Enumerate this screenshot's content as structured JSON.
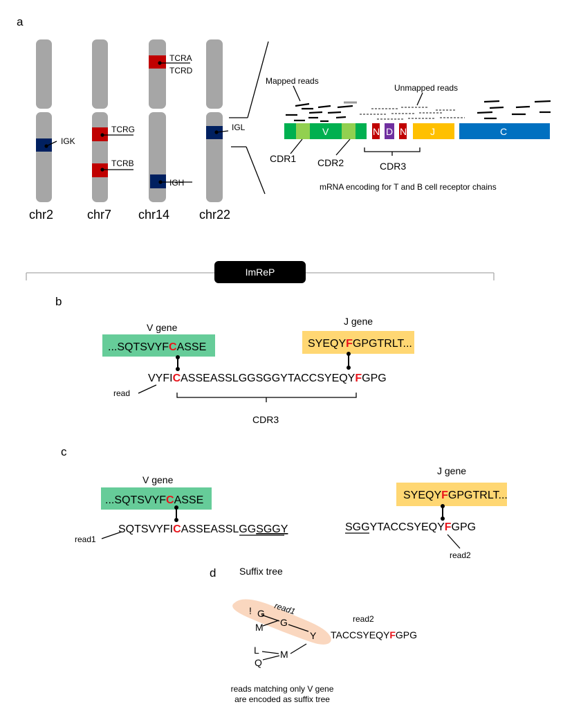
{
  "panels": {
    "a": "a",
    "b": "b",
    "c": "c",
    "d": "d"
  },
  "colors": {
    "chromosome": "#a6a6a6",
    "t_cell_locus": "#c00000",
    "b_cell_locus": "#002060",
    "v_segment": "#00b050",
    "cdr": "#92d050",
    "n_segment": "#c00000",
    "d_segment": "#7030a0",
    "j_segment": "#ffc000",
    "c_segment": "#0070c0",
    "v_gene_box": "#66cc99",
    "j_gene_box": "#ffd773",
    "highlight": "#e8141b",
    "suffix_blob": "#f9d0b4"
  },
  "panel_a": {
    "chromosomes": [
      "chr2",
      "chr7",
      "chr14",
      "chr22"
    ],
    "loci": {
      "tcra": "TCRA",
      "tcrd": "TCRD",
      "tcrg": "TCRG",
      "tcrb": "TCRB",
      "igk": "IGK",
      "igh": "IGH",
      "igl": "IGL"
    },
    "mapped_reads": "Mapped reads",
    "unmapped_reads": "Unmapped reads",
    "segments": {
      "v": "V",
      "n1": "N",
      "d": "D",
      "n2": "N",
      "j": "J",
      "c": "C"
    },
    "cdr1": "CDR1",
    "cdr2": "CDR2",
    "cdr3": "CDR3",
    "caption": "mRNA encoding for T and B cell receptor chains"
  },
  "imrep_label": "ImReP",
  "panel_b": {
    "v_gene_label": "V gene",
    "j_gene_label": "J gene",
    "v_seq_pre": "...SQTSVYF",
    "v_seq_hl": "C",
    "v_seq_post": "ASSE",
    "j_seq_pre": "SYEQY",
    "j_seq_hl": "F",
    "j_seq_post": "GPGTRLT...",
    "read_pre": "VYFI",
    "read_hl1": "C",
    "read_mid": "ASSEASSLGGSGGYTACCSYEQY",
    "read_hl2": "F",
    "read_post": "GPG",
    "read_label": "read",
    "cdr3_label": "CDR3"
  },
  "panel_c": {
    "v_gene_label": "V gene",
    "j_gene_label": "J gene",
    "v_seq_pre": "...SQTSVYF",
    "v_seq_hl": "C",
    "v_seq_post": "ASSE",
    "j_seq_pre": "SYEQY",
    "j_seq_hl": "F",
    "j_seq_post": "GPGTRLT...",
    "read1_pre": "SQTSVYFI",
    "read1_hl": "C",
    "read1_mid": "ASSEASSLGG",
    "read1_ul": "SGGY",
    "read1_label": "read1",
    "read2_ul": "SGG",
    "read2_mid": "YTACCSYEQY",
    "read2_hl": "F",
    "read2_post": "GPG",
    "read2_label": "read2"
  },
  "panel_d": {
    "title": "Suffix tree",
    "read1_label": "read1",
    "read2_label": "read2",
    "nodes": {
      "excl": "!",
      "g1": "G",
      "m1": "M",
      "g2": "G",
      "y": "Y",
      "l": "L",
      "m2": "M",
      "q": "Q"
    },
    "read2_pre": "TACCSYEQY",
    "read2_hl": "F",
    "read2_post": "GPG",
    "caption_line1": "reads matching only V gene",
    "caption_line2": "are encoded as suffix tree"
  }
}
